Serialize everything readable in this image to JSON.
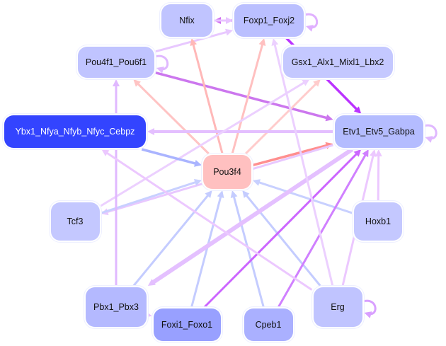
{
  "nodes": [
    {
      "id": "nfix",
      "label": "Nfix",
      "fill": "#c0c4ff",
      "text": "#111111"
    },
    {
      "id": "foxp1",
      "label": "Foxp1_Foxj2",
      "fill": "#babfff",
      "text": "#111111"
    },
    {
      "id": "pou4f1",
      "label": "Pou4f1_Pou6f1",
      "fill": "#c0c4ff",
      "text": "#111111"
    },
    {
      "id": "gsx1",
      "label": "Gsx1_Alx1_Mixl1_Lbx2",
      "fill": "#c4c8ff",
      "text": "#111111"
    },
    {
      "id": "ybx1",
      "label": "Ybx1_Nfya_Nfyb_Nfyc_Cebpz",
      "fill": "#3344ff",
      "text": "#ffffff"
    },
    {
      "id": "etv1",
      "label": "Etv1_Etv5_Gabpa",
      "fill": "#b4bcff",
      "text": "#111111"
    },
    {
      "id": "pou3f4",
      "label": "Pou3f4",
      "fill": "#ffc0c0",
      "text": "#111111"
    },
    {
      "id": "tcf3",
      "label": "Tcf3",
      "fill": "#c4c8ff",
      "text": "#111111"
    },
    {
      "id": "hoxb1",
      "label": "Hoxb1",
      "fill": "#c4c8ff",
      "text": "#111111"
    },
    {
      "id": "pbx1",
      "label": "Pbx1_Pbx3",
      "fill": "#b4b9ff",
      "text": "#111111"
    },
    {
      "id": "erg",
      "label": "Erg",
      "fill": "#c0c4ff",
      "text": "#111111"
    },
    {
      "id": "foxi1",
      "label": "Foxi1_Foxo1",
      "fill": "#98a0ff",
      "text": "#111111"
    },
    {
      "id": "cpeb1",
      "label": "Cpeb1",
      "fill": "#aab0ff",
      "text": "#111111"
    }
  ],
  "edges": [
    {
      "from": "foxp1",
      "to": "nfix",
      "color": "#d070f0",
      "weight": 3
    },
    {
      "from": "nfix",
      "to": "foxp1",
      "color": "#e8c4ff",
      "weight": 3
    },
    {
      "from": "foxp1",
      "to": "foxp1",
      "color": "#e0b0ff",
      "weight": 3
    },
    {
      "from": "pou4f1",
      "to": "pou4f1",
      "color": "#e0b8ff",
      "weight": 3
    },
    {
      "from": "etv1",
      "to": "etv1",
      "color": "#e0b8ff",
      "weight": 3
    },
    {
      "from": "erg",
      "to": "erg",
      "color": "#d9a0ff",
      "weight": 3
    },
    {
      "from": "pou4f1",
      "to": "foxp1",
      "color": "#e8c8ff",
      "weight": 3
    },
    {
      "from": "pou4f1",
      "to": "etv1",
      "color": "#cc77ee",
      "weight": 3.5
    },
    {
      "from": "foxp1",
      "to": "etv1",
      "color": "#bb33ff",
      "weight": 3.5
    },
    {
      "from": "pou3f4",
      "to": "nfix",
      "color": "#ffb8b8",
      "weight": 3
    },
    {
      "from": "pou3f4",
      "to": "foxp1",
      "color": "#ffc0c0",
      "weight": 3
    },
    {
      "from": "pou3f4",
      "to": "gsx1",
      "color": "#ffcccc",
      "weight": 3
    },
    {
      "from": "pou3f4",
      "to": "pou4f1",
      "color": "#ffc4c4",
      "weight": 3
    },
    {
      "from": "pou3f4",
      "to": "etv1",
      "color": "#ff8f8f",
      "weight": 3.5
    },
    {
      "from": "etv1",
      "to": "ybx1",
      "color": "#e4bfff",
      "weight": 4
    },
    {
      "from": "etv1",
      "to": "tcf3",
      "color": "#e8c8ff",
      "weight": 3
    },
    {
      "from": "tcf3",
      "to": "gsx1",
      "color": "#ecd0ff",
      "weight": 3
    },
    {
      "from": "ybx1",
      "to": "pou3f4",
      "color": "#aab4ff",
      "weight": 3.5
    },
    {
      "from": "tcf3",
      "to": "pou3f4",
      "color": "#c8d0ff",
      "weight": 3
    },
    {
      "from": "pbx1",
      "to": "pou3f4",
      "color": "#c4ccff",
      "weight": 3
    },
    {
      "from": "foxi1",
      "to": "pou3f4",
      "color": "#c4ccff",
      "weight": 3
    },
    {
      "from": "cpeb1",
      "to": "pou3f4",
      "color": "#c4ccff",
      "weight": 3
    },
    {
      "from": "erg",
      "to": "pou3f4",
      "color": "#c4ccff",
      "weight": 3
    },
    {
      "from": "hoxb1",
      "to": "pou3f4",
      "color": "#c8d0ff",
      "weight": 3
    },
    {
      "from": "pbx1",
      "to": "pou4f1",
      "color": "#e0b8ff",
      "weight": 3
    },
    {
      "from": "etv1",
      "to": "pbx1",
      "color": "#e4c0ff",
      "weight": 6
    },
    {
      "from": "pbx1",
      "to": "foxi1",
      "color": "#e8c0ff",
      "weight": 3
    },
    {
      "from": "foxi1",
      "to": "etv1",
      "color": "#cc66ff",
      "weight": 3
    },
    {
      "from": "cpeb1",
      "to": "etv1",
      "color": "#d080ff",
      "weight": 3
    },
    {
      "from": "erg",
      "to": "etv1",
      "color": "#ecc8ff",
      "weight": 3
    },
    {
      "from": "erg",
      "to": "ybx1",
      "color": "#ecc8ff",
      "weight": 3
    },
    {
      "from": "erg",
      "to": "foxp1",
      "color": "#ecd0ff",
      "weight": 3
    },
    {
      "from": "hoxb1",
      "to": "etv1",
      "color": "#ecc8ff",
      "weight": 3
    }
  ]
}
